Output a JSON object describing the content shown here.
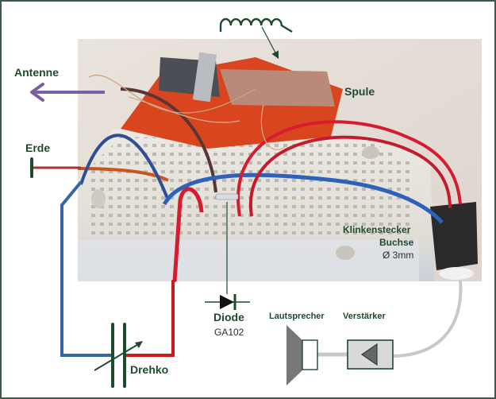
{
  "title": "Detektorempfänger Schaltung",
  "labels": {
    "antenne": "Antenne",
    "erde": "Erde",
    "spule": "Spule",
    "klinkenstecker": "Klinkenstecker",
    "buchse": "Buchse",
    "durchmesser": "Ø 3mm",
    "diode": "Diode",
    "diode_type": "GA102",
    "drehko": "Drehko",
    "lautsprecher": "Lautsprecher",
    "verstaerker": "Verstärker"
  },
  "components": [
    {
      "name": "antenna",
      "symbol": "arrow-left"
    },
    {
      "name": "ground",
      "symbol": "ground-bar"
    },
    {
      "name": "coil",
      "symbol": "inductor"
    },
    {
      "name": "diode",
      "symbol": "diode"
    },
    {
      "name": "variable-capacitor",
      "symbol": "variable-capacitor"
    },
    {
      "name": "amplifier",
      "symbol": "amplifier-triangle"
    },
    {
      "name": "speaker",
      "symbol": "speaker"
    },
    {
      "name": "jack-socket",
      "symbol": "photo"
    }
  ],
  "colors": {
    "frame": "#3d5a48",
    "label_green": "#1f4a2e",
    "wire_blue": "#3366aa",
    "wire_red": "#cc1a1a",
    "wire_purple": "#7b5fa3",
    "wire_ground": "#b03030",
    "symbol_dark": "#1f4a2e",
    "audio_cable": "#c8c8c8"
  }
}
